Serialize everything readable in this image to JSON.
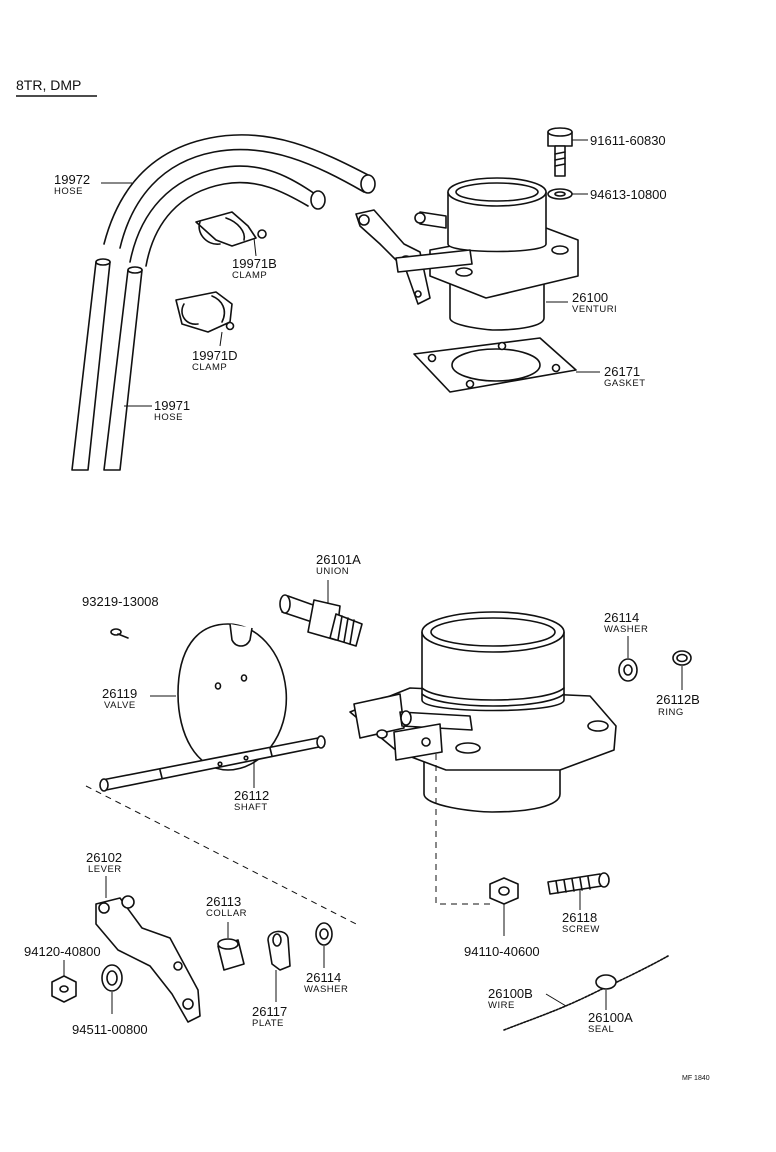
{
  "header": {
    "title": "8TR, DMP"
  },
  "footer": {
    "ref": "MF 1840"
  },
  "parts": {
    "p19972": {
      "number": "19972",
      "name": "HOSE"
    },
    "p19971B": {
      "number": "19971B",
      "name": "CLAMP"
    },
    "p19971D": {
      "number": "19971D",
      "name": "CLAMP"
    },
    "p19971": {
      "number": "19971",
      "name": "HOSE"
    },
    "p91611": {
      "number": "91611-60830"
    },
    "p94613": {
      "number": "94613-10800"
    },
    "p26100": {
      "number": "26100",
      "name": "VENTURI"
    },
    "p26171": {
      "number": "26171",
      "name": "GASKET"
    },
    "p26101A": {
      "number": "26101A",
      "name": "UNION"
    },
    "p93219": {
      "number": "93219-13008"
    },
    "p26119": {
      "number": "26119",
      "name": "VALVE"
    },
    "p26114a": {
      "number": "26114",
      "name": "WASHER"
    },
    "p26112B": {
      "number": "26112B",
      "name": "RING"
    },
    "p26112": {
      "number": "26112",
      "name": "SHAFT"
    },
    "p26102": {
      "number": "26102",
      "name": "LEVER"
    },
    "p26113": {
      "number": "26113",
      "name": "COLLAR"
    },
    "p94120": {
      "number": "94120-40800"
    },
    "p94511": {
      "number": "94511-00800"
    },
    "p26114b": {
      "number": "26114",
      "name": "WASHER"
    },
    "p26117": {
      "number": "26117",
      "name": "PLATE"
    },
    "p94110": {
      "number": "94110-40600"
    },
    "p26118": {
      "number": "26118",
      "name": "SCREW"
    },
    "p26100B": {
      "number": "26100B",
      "name": "WIRE"
    },
    "p26100A": {
      "number": "26100A",
      "name": "SEAL"
    }
  }
}
